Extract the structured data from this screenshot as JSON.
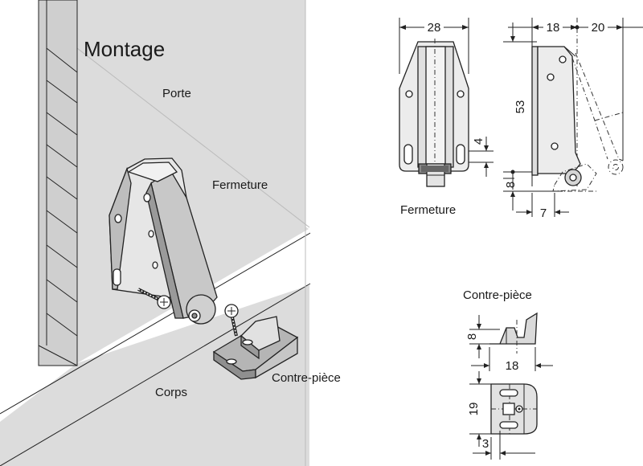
{
  "colors": {
    "background": "#ffffff",
    "panel_grey": "#dcdcdc",
    "part_light": "#e4e4e4",
    "part_mid": "#bdbdbd",
    "part_dark": "#8f8f8f",
    "line": "#222222"
  },
  "mounting": {
    "title": "Montage",
    "door_label": "Porte",
    "latch_label": "Fermeture",
    "body_label": "Corps",
    "strike_label": "Contre-pièce"
  },
  "latch_drawing": {
    "label": "Fermeture",
    "width": "28",
    "height": "53",
    "offset_left": "18",
    "offset_right": "20",
    "slot_offset": "4",
    "bottom_offset": "8",
    "roller_offset": "7"
  },
  "strike_drawing": {
    "label": "Contre-pièce",
    "height": "8",
    "length": "18",
    "width": "19",
    "hole_offset": "3"
  }
}
